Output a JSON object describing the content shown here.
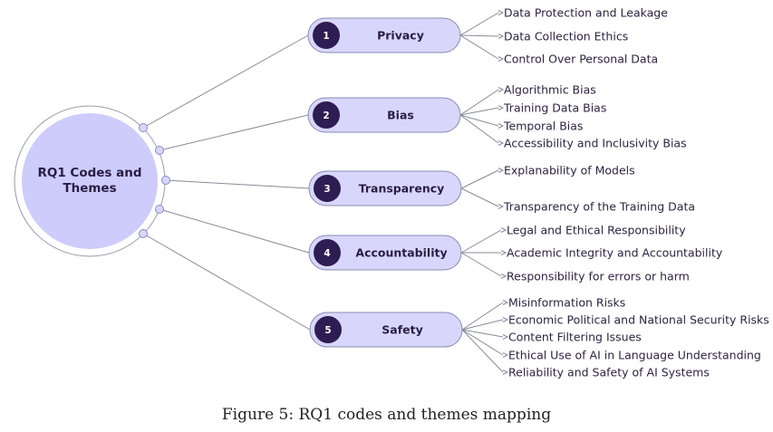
{
  "center": {
    "label_line1": "RQ1 Codes and",
    "label_line2": "Themes"
  },
  "themes": [
    {
      "number": "1",
      "label": "Privacy",
      "codes": [
        "Data Protection and Leakage",
        "Data Collection Ethics",
        "Control Over Personal Data"
      ]
    },
    {
      "number": "2",
      "label": "Bias",
      "codes": [
        "Algorithmic Bias",
        "Training Data Bias",
        "Temporal Bias",
        "Accessibility and Inclusivity Bias"
      ]
    },
    {
      "number": "3",
      "label": "Transparency",
      "codes": [
        "Explanability of Models",
        "Transparency of the Training Data"
      ]
    },
    {
      "number": "4",
      "label": "Accountability",
      "codes": [
        "Legal and Ethical Responsibility",
        "Academic Integrity and Accountability",
        "Responsibility for errors or harm"
      ]
    },
    {
      "number": "5",
      "label": "Safety",
      "codes": [
        "Misinformation Risks",
        "Economic Political and National Security Risks",
        "Content Filtering Issues",
        "Ethical Use of AI in Language Understanding",
        "Reliability and Safety of AI Systems"
      ]
    }
  ],
  "caption": "Figure 5: RQ1 codes and themes mapping",
  "colors": {
    "pill_fill": "#d8d7fb",
    "center_fill": "#cdccfb",
    "badge_fill": "#2e1d52",
    "line": "#8a8a99",
    "text_dark": "#2a1d45"
  }
}
